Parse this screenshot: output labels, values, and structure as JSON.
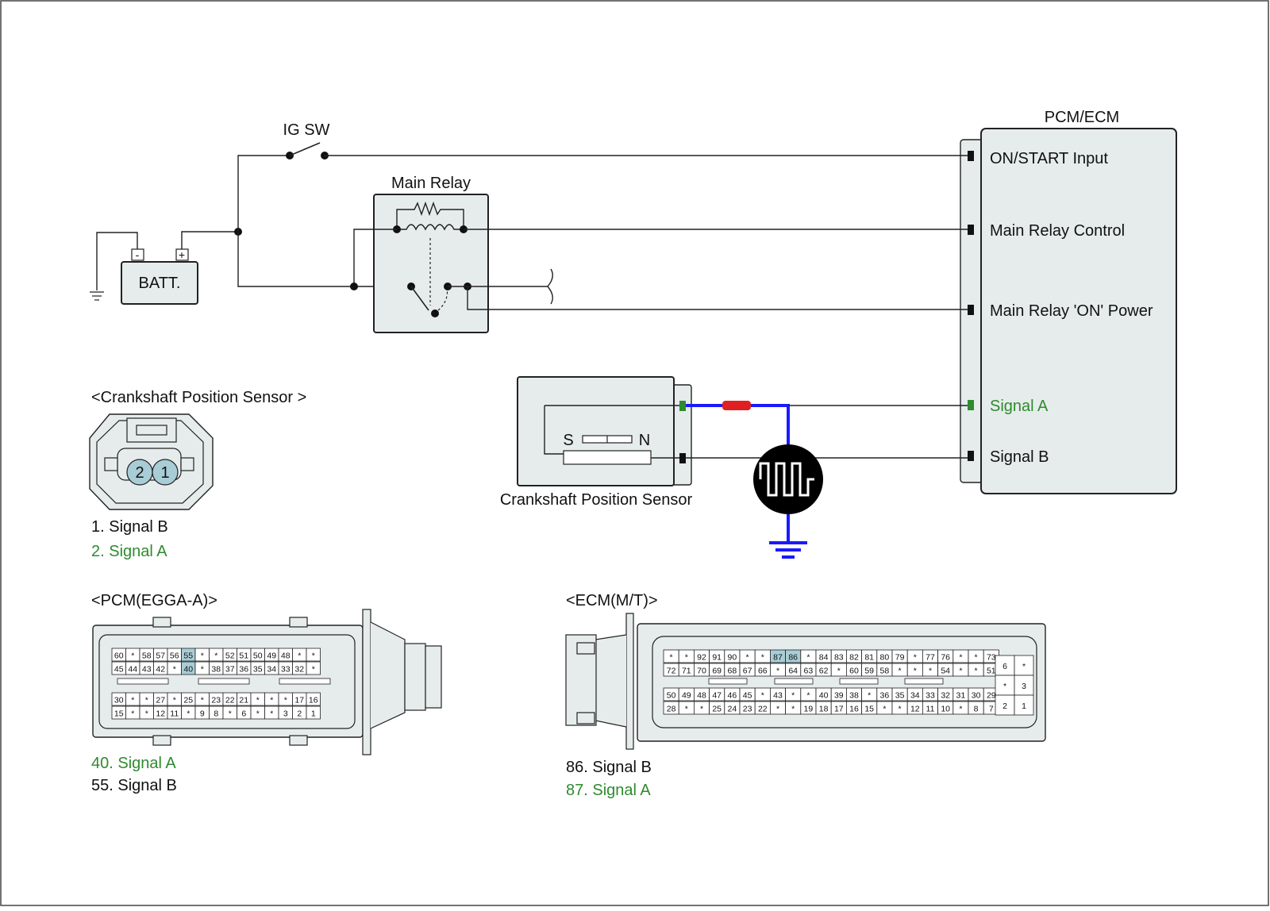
{
  "colors": {
    "green_label": "#2e8b2e",
    "blue_wire": "#1a1aff",
    "red_marker": "#e02020",
    "highlight_pin": "#a9cdd6",
    "box_fill": "#e6ecec"
  },
  "schematic": {
    "ig_sw": "IG SW",
    "main_relay": "Main Relay",
    "battery": "BATT.",
    "battery_minus": "-",
    "battery_plus": "+",
    "pcm_ecm_title": "PCM/ECM",
    "pcm_pins": [
      "ON/START Input",
      "Main Relay Control",
      "Main Relay 'ON' Power",
      "Signal A",
      "Signal B"
    ],
    "sensor_label": "Crankshaft Position Sensor",
    "sensor_s": "S",
    "sensor_n": "N"
  },
  "ckp_connector": {
    "title": "<Crankshaft Position Sensor >",
    "pin_labels": [
      "2",
      "1"
    ],
    "legend": [
      "1. Signal B",
      "2. Signal A"
    ]
  },
  "pcm_connector": {
    "title": "<PCM(EGGA-A)>",
    "rows": [
      [
        "60",
        "*",
        "58",
        "57",
        "56",
        "55",
        "*",
        "*",
        "52",
        "51",
        "50",
        "49",
        "48",
        "*",
        "*"
      ],
      [
        "45",
        "44",
        "43",
        "42",
        "*",
        "40",
        "*",
        "38",
        "37",
        "36",
        "35",
        "34",
        "33",
        "32",
        "*"
      ],
      [
        "30",
        "*",
        "*",
        "27",
        "*",
        "25",
        "*",
        "23",
        "22",
        "21",
        "*",
        "*",
        "*",
        "17",
        "16"
      ],
      [
        "15",
        "*",
        "*",
        "12",
        "11",
        "*",
        "9",
        "8",
        "*",
        "6",
        "*",
        "*",
        "3",
        "2",
        "1"
      ]
    ],
    "highlighted": [
      "55",
      "40"
    ],
    "legend": [
      "40. Signal A",
      "55. Signal B"
    ]
  },
  "ecm_connector": {
    "title": "<ECM(M/T)>",
    "rows": [
      [
        "*",
        "*",
        "92",
        "91",
        "90",
        "*",
        "*",
        "87",
        "86",
        "*",
        "84",
        "83",
        "82",
        "81",
        "80",
        "79",
        "*",
        "77",
        "76",
        "*",
        "*",
        "73"
      ],
      [
        "72",
        "71",
        "70",
        "69",
        "68",
        "67",
        "66",
        "*",
        "64",
        "63",
        "62",
        "*",
        "60",
        "59",
        "58",
        "*",
        "*",
        "*",
        "54",
        "*",
        "*",
        "51"
      ],
      [
        "50",
        "49",
        "48",
        "47",
        "46",
        "45",
        "*",
        "43",
        "*",
        "*",
        "40",
        "39",
        "38",
        "*",
        "36",
        "35",
        "34",
        "33",
        "32",
        "31",
        "30",
        "29"
      ],
      [
        "28",
        "*",
        "*",
        "25",
        "24",
        "23",
        "22",
        "*",
        "*",
        "19",
        "18",
        "17",
        "16",
        "15",
        "*",
        "*",
        "12",
        "11",
        "10",
        "*",
        "8",
        "7"
      ]
    ],
    "side_block": [
      [
        "6",
        "*"
      ],
      [
        "*",
        "3"
      ],
      [
        "2",
        "1"
      ]
    ],
    "highlighted": [
      "87",
      "86"
    ],
    "legend": [
      "86. Signal B",
      "87. Signal A"
    ]
  }
}
